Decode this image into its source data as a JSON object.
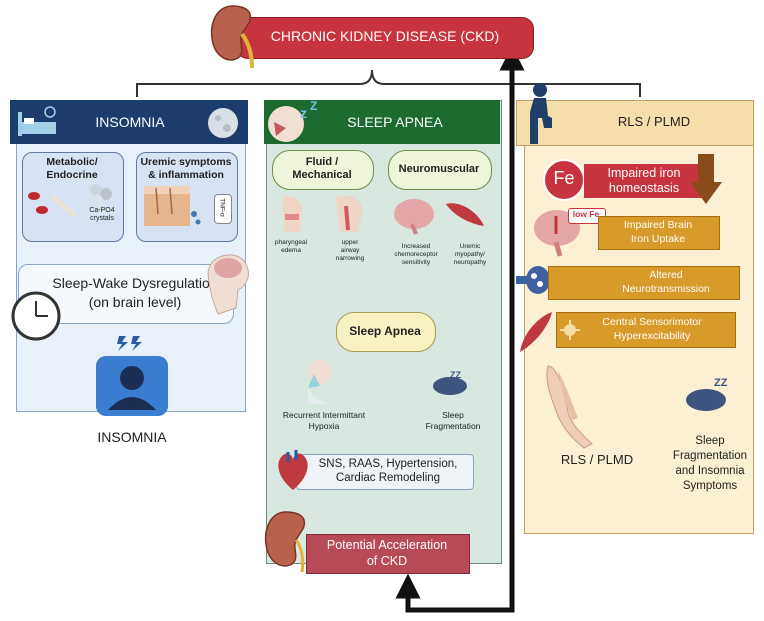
{
  "title": "CHRONIC KIDNEY DISEASE (CKD)",
  "insomnia": {
    "header": "INSOMNIA",
    "box1": {
      "title": "Metabolic/\nEndocrine",
      "caption": "Ca-PO4\ncrystals"
    },
    "box2": {
      "title": "Uremic symptoms\n& inflammation",
      "tag": "TNF-α"
    },
    "dysregulation": "Sleep-Wake Dysregulation\n(on brain level)",
    "outcome": "INSOMNIA"
  },
  "apnea": {
    "header": "SLEEP APNEA",
    "fluid": "Fluid /\nMechanical",
    "neuro": "Neuromuscular",
    "icons": [
      "pharyngeal\nedema",
      "upper\nairway\nnarrowing",
      "Increased\nchemoreceptor\nsensitivity",
      "Uremic\nmyopathy/\nneuropathy"
    ],
    "center": "Sleep Apnea",
    "hypoxia": "Recurrent Intermittant\nHypoxia",
    "fragmentation": "Sleep\nFragmentation",
    "sns": "SNS, RAAS, Hypertension,\nCardiac Remodeling",
    "acceleration": "Potential Acceleration\nof CKD"
  },
  "rls": {
    "header": "RLS / PLMD",
    "fe_symbol": "Fe",
    "iron": "Impaired iron\nhomeostasis",
    "low_fe": "low Fe",
    "brain_iron": "Impaired Brain\nIron Uptake",
    "neuro": "Altered\nNeurotransmission",
    "central": "Central Sensorimotor\nHyperexcitability",
    "outcome1": "RLS / PLMD",
    "outcome2": "Sleep\nFragmentation\nand Insomnia\nSymptoms"
  },
  "colors": {
    "ckd_red": "#c8343d",
    "insomnia_blue": "#1d3c6e",
    "apnea_green": "#1b6b30",
    "rls_gold": "#d8a02c"
  }
}
